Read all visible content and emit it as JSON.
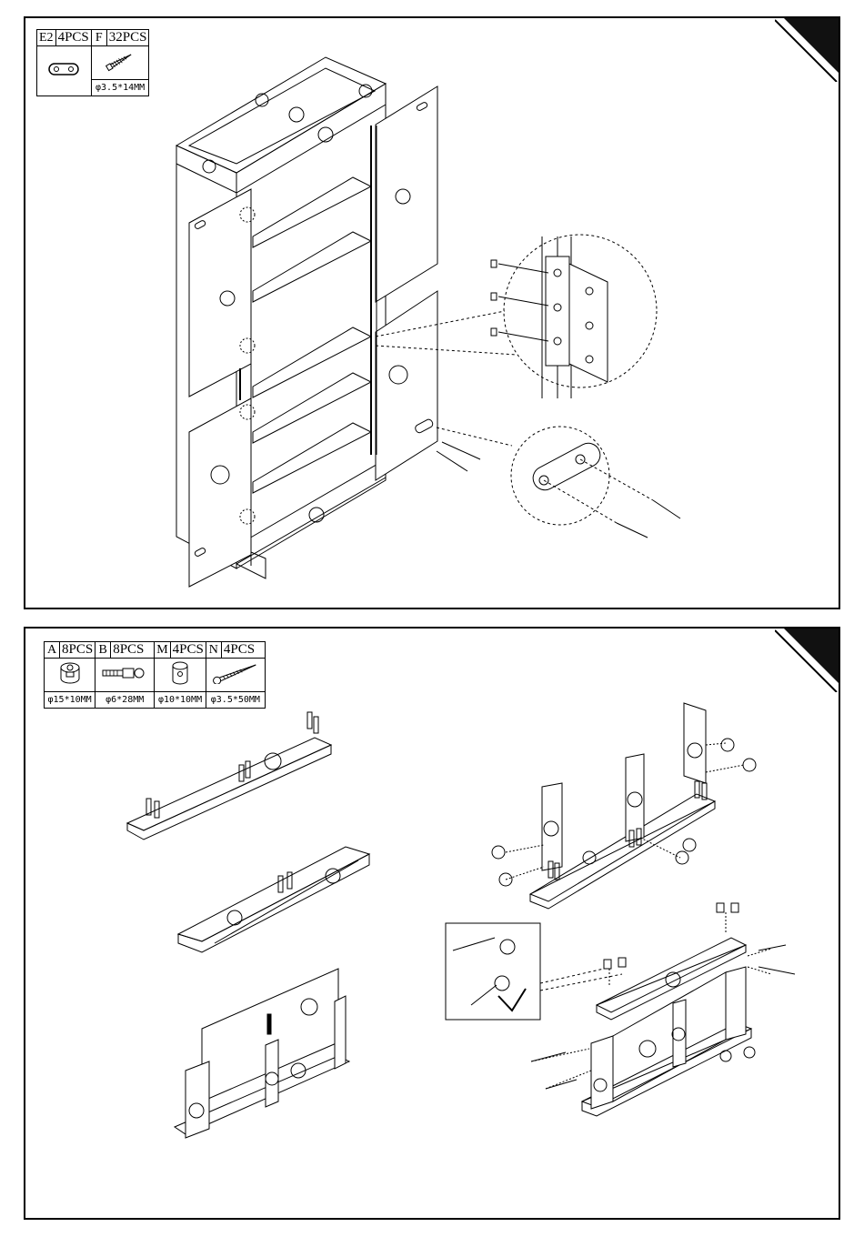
{
  "step_top": {
    "parts": [
      {
        "code": "E2",
        "qty": "4PCS",
        "icon": "connector-plate-icon",
        "size": ""
      },
      {
        "code": "F",
        "qty": "32PCS",
        "icon": "screw-icon",
        "size": "φ3.5*14MM"
      }
    ]
  },
  "step_bottom": {
    "parts": [
      {
        "code": "A",
        "qty": "8PCS",
        "icon": "cam-lock-icon",
        "size": "φ15*10MM"
      },
      {
        "code": "B",
        "qty": "8PCS",
        "icon": "cam-bolt-icon",
        "size": "φ6*28MM"
      },
      {
        "code": "M",
        "qty": "4PCS",
        "icon": "dowel-nut-icon",
        "size": "φ10*10MM"
      },
      {
        "code": "N",
        "qty": "4PCS",
        "icon": "long-screw-icon",
        "size": "φ3.5*50MM"
      }
    ]
  }
}
